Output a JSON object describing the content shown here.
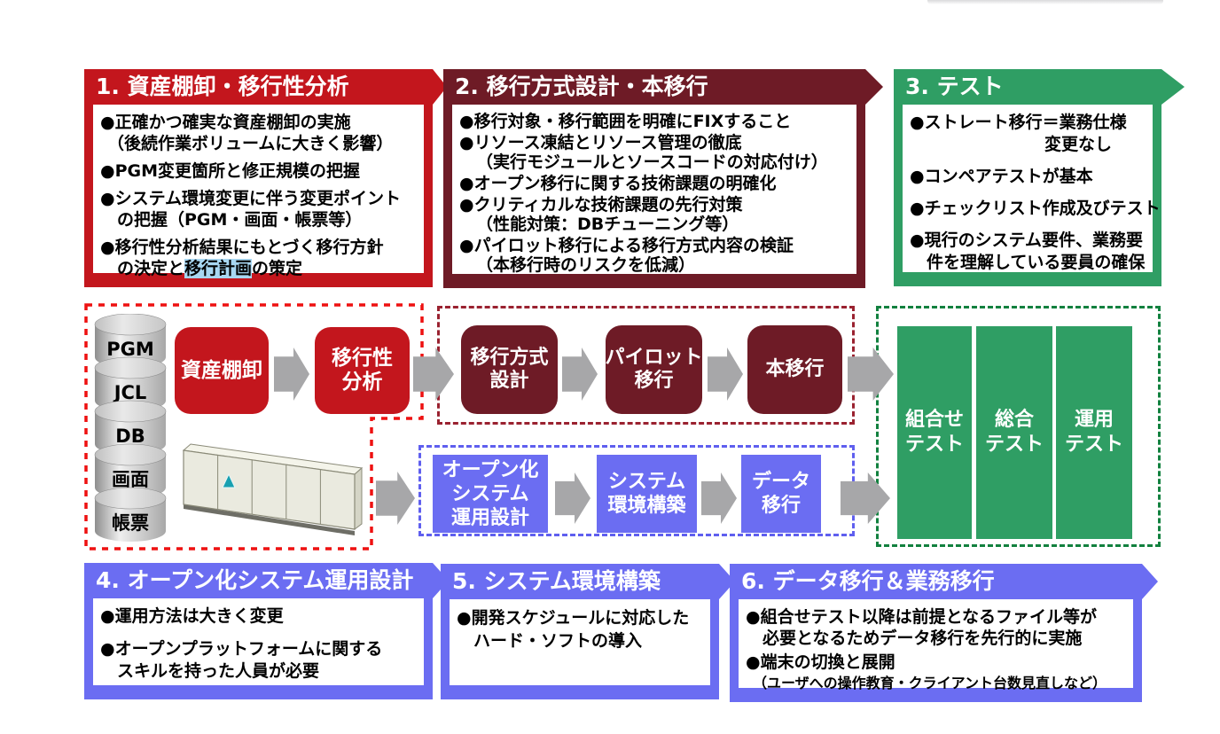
{
  "colors": {
    "red": "#C3161D",
    "maroon": "#6E1B26",
    "green": "#2F9E64",
    "blue": "#6B6DF2",
    "dotted_red": "#EE1111",
    "dotted_maroon": "#9A2230",
    "dotted_blue": "#5F5FEF",
    "dotted_green": "#12813F",
    "arrow_gray": "#A7A7A9",
    "highlight_blue": "#A8D7F2"
  },
  "cards": [
    {
      "title": "1. 資産棚卸・移行性分析",
      "groups": [
        [
          "●正確かつ確実な資産棚卸の実施",
          "（後続作業ボリュームに大きく影響）"
        ],
        [
          "●PGM変更箇所と修正規模の把握"
        ],
        [
          "●システム環境変更に伴う変更ポイント",
          "の把握（PGM・画面・帳票等）"
        ],
        [
          "●移行性分析結果にもとづく移行方針"
        ]
      ],
      "hl": {
        "prefix": "の決定と",
        "text": "移行計画",
        "suffix": "の策定"
      }
    },
    {
      "title": "2. 移行方式設計・本移行",
      "groups": [
        [
          "●移行対象・移行範囲を明確にFIXすること"
        ],
        [
          "●リソース凍結とリソース管理の徹底",
          "（実行モジュールとソースコードの対応付け）"
        ],
        [
          "●オープン移行に関する技術課題の明確化"
        ],
        [
          "●クリティカルな技術課題の先行対策",
          "（性能対策：DBチューニング等）"
        ],
        [
          "●パイロット移行による移行方式内容の検証",
          "（本移行時のリスクを低減）"
        ]
      ]
    },
    {
      "title": "3. テスト",
      "groups": [
        [
          "●ストレート移行＝業務仕様",
          "変更なし"
        ],
        [
          "●コンペアテストが基本"
        ],
        [
          "●チェックリスト作成及びテスト"
        ],
        [
          "●現行のシステム要件、業務要",
          "件を理解している要員の確保"
        ]
      ]
    },
    {
      "title": "4. オープン化システム運用設計",
      "groups": [
        [
          "●運用方法は大きく変更"
        ],
        [
          "●オープンプラットフォームに関する",
          "スキルを持った人員が必要"
        ]
      ]
    },
    {
      "title": "5. システム環境構築",
      "groups": [
        [
          "●開発スケジュールに対応した",
          "ハード・ソフトの導入"
        ]
      ]
    },
    {
      "title": "6. データ移行＆業務移行",
      "groups": [
        [
          "●組合せテスト以降は前提となるファイル等が",
          "必要となるためデータ移行を先行的に実施"
        ],
        [
          "●端末の切換と展開",
          "（ユーザへの操作教育・クライアント台数見直しなど）"
        ]
      ]
    }
  ],
  "flow": {
    "cylinders": [
      "PGM",
      "JCL",
      "DB",
      "画面",
      "帳票"
    ],
    "red": [
      [
        "資産棚卸"
      ],
      [
        "移行性",
        "分析"
      ]
    ],
    "maroon": [
      [
        "移行方式",
        "設計"
      ],
      [
        "パイロット",
        "移行"
      ],
      [
        "本移行"
      ]
    ],
    "blue": [
      [
        "オープン化",
        "システム",
        "運用設計"
      ],
      [
        "システム",
        "環境構築"
      ],
      [
        "データ",
        "移行"
      ]
    ],
    "green": [
      [
        "組合せ",
        "テスト"
      ],
      [
        "総合",
        "テスト"
      ],
      [
        "運用",
        "テスト"
      ]
    ]
  }
}
